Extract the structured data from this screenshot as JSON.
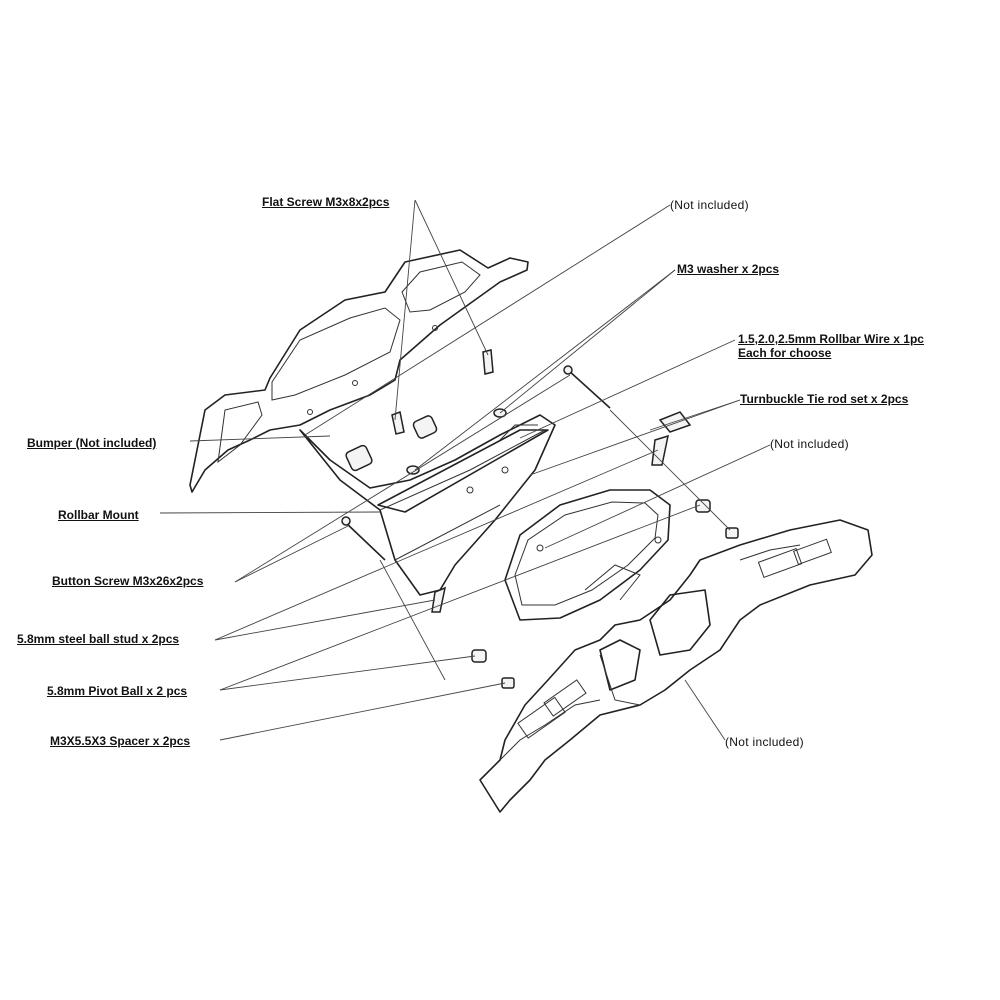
{
  "labels": {
    "flat_screw": "Flat Screw M3x8x2pcs",
    "not_included_top": "(Not included)",
    "m3_washer": "M3 washer x 2pcs",
    "rollbar_wire_line1": "1.5,2.0,2.5mm Rollbar Wire x 1pc",
    "rollbar_wire_line2": "Each for choose",
    "turnbuckle": "Turnbuckle Tie rod set x 2pcs",
    "not_included_mid": "(Not included)",
    "bumper": "Bumper (Not included)",
    "rollbar_mount": "Rollbar Mount",
    "button_screw": "Button Screw M3x26x2pcs",
    "steel_ball_stud": "5.8mm steel ball stud x 2pcs",
    "pivot_ball": "5.8mm Pivot Ball  x 2 pcs",
    "spacer": "M3X5.5X3 Spacer x 2pcs",
    "not_included_bottom": "(Not included)"
  }
}
